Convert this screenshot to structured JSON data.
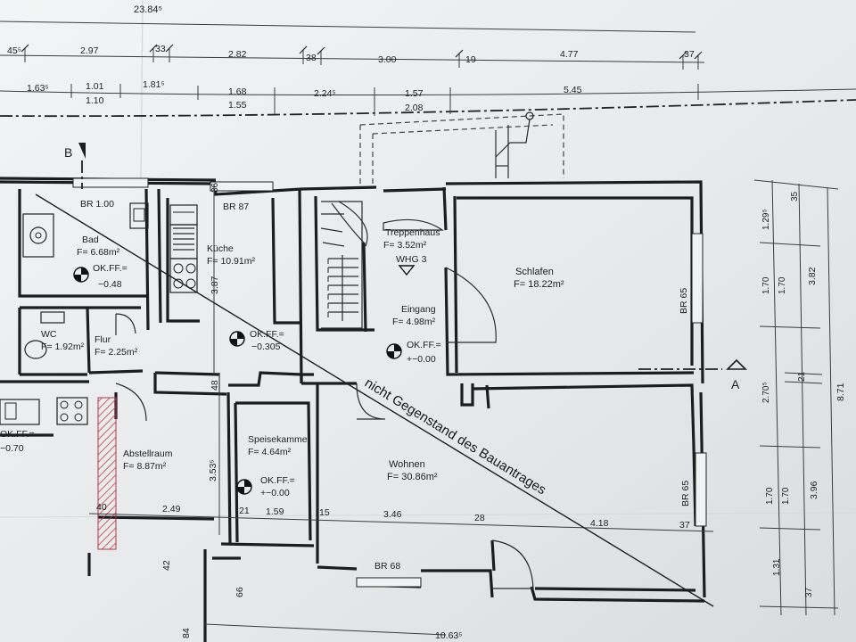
{
  "top_dimensions": {
    "overall": "23.84⁵",
    "row1": [
      "45⁵",
      "2.97",
      "33",
      "2.82",
      "38",
      "3.00",
      "19",
      "4.77",
      "37"
    ],
    "row2_upper": [
      "1.63⁵",
      "1.01",
      "1.81⁵",
      "1.68",
      "2.24⁵",
      "1.57",
      "5.45"
    ],
    "row2_lower": [
      "1.10",
      "1.55",
      "2.08"
    ]
  },
  "right_dimensions": {
    "outer": "8.71",
    "middle": [
      "3.82",
      "3.96"
    ],
    "inner": [
      "35",
      "1.29⁵",
      "1.70",
      "1.70",
      "21",
      "2.70⁵",
      "1.70",
      "1.70",
      "1.31",
      "37"
    ]
  },
  "interior_dimensions": [
    "40",
    "2.49",
    "21",
    "1.59",
    "15",
    "3.46",
    "28",
    "4.18",
    "37",
    "48",
    "3.53⁵",
    "3.87",
    "36",
    "42",
    "66",
    "84",
    "10.63⁵"
  ],
  "section_markers": {
    "b": "B",
    "a": "A"
  },
  "rooms": [
    {
      "name": "Bad",
      "area": "F= 6.68m²",
      "extra": "BR 1.00",
      "level_label": "OK.FF.=",
      "level_value": "−0.48"
    },
    {
      "name": "Küche",
      "area": "F= 10.91m²",
      "extra": "BR 87"
    },
    {
      "name": "Treppenhaus",
      "area": "F= 3.52m²",
      "extra": "WHG 3"
    },
    {
      "name": "Schlafen",
      "area": "F= 18.22m²",
      "extra": "BR 65"
    },
    {
      "name": "WC",
      "area": "F= 1.92m²"
    },
    {
      "name": "Flur",
      "area": "F= 2.25m²"
    },
    {
      "name": "Eingang",
      "area": "F= 4.98m²"
    },
    {
      "name": "Abstellraum",
      "area": "F= 8.87m²"
    },
    {
      "name": "Speisekammer",
      "area": "F= 4.64m²"
    },
    {
      "name": "Wohnen",
      "area": "F= 30.86m²",
      "extra": "BR 65",
      "window": "BR 68"
    }
  ],
  "level_marks": [
    {
      "label": "OK.FF.=",
      "value": "−0.305"
    },
    {
      "label": "OK.FF.=",
      "value": "+−0.00"
    },
    {
      "label": "OK.FF.=",
      "value": "+−0.00"
    },
    {
      "label": "OK.FF.=",
      "value": "−0.70"
    }
  ],
  "diagonal_note": "nicht Gegenstand des Bauantrages",
  "colors": {
    "paper": "#e9ebec",
    "ink": "#1b1d20",
    "hatch": "#c23a4a"
  }
}
